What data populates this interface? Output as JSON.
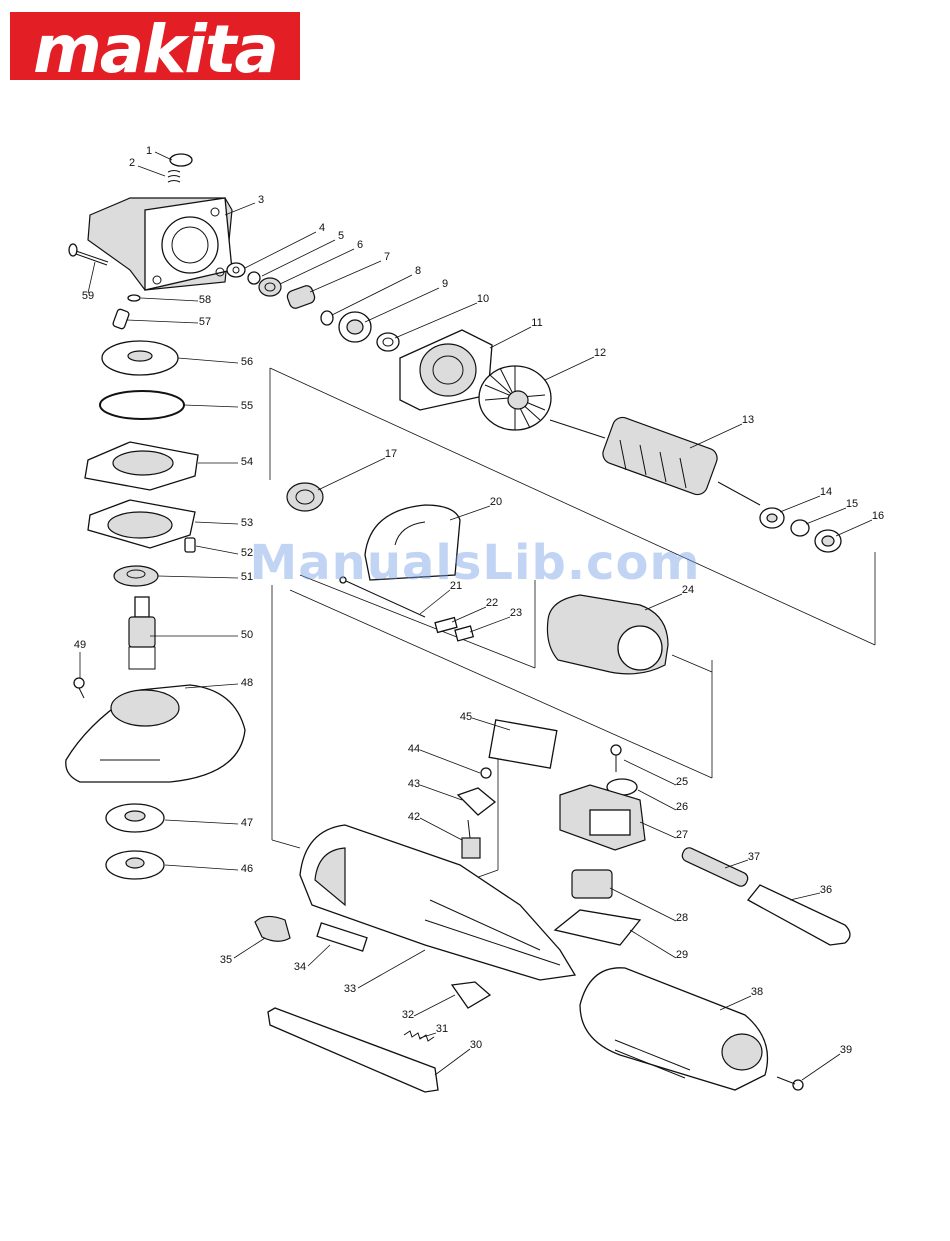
{
  "brand": {
    "name": "makita",
    "color": "#e31e24",
    "registered_mark": "®"
  },
  "watermark": "ManualsLib.com",
  "callouts": [
    {
      "n": "1"
    },
    {
      "n": "2"
    },
    {
      "n": "3"
    },
    {
      "n": "4"
    },
    {
      "n": "5"
    },
    {
      "n": "6"
    },
    {
      "n": "7"
    },
    {
      "n": "8"
    },
    {
      "n": "9"
    },
    {
      "n": "10"
    },
    {
      "n": "11"
    },
    {
      "n": "12"
    },
    {
      "n": "13"
    },
    {
      "n": "14"
    },
    {
      "n": "15"
    },
    {
      "n": "16"
    },
    {
      "n": "17"
    },
    {
      "n": "20"
    },
    {
      "n": "21"
    },
    {
      "n": "22"
    },
    {
      "n": "23"
    },
    {
      "n": "24"
    },
    {
      "n": "25"
    },
    {
      "n": "26"
    },
    {
      "n": "27"
    },
    {
      "n": "28"
    },
    {
      "n": "29"
    },
    {
      "n": "30"
    },
    {
      "n": "31"
    },
    {
      "n": "32"
    },
    {
      "n": "33"
    },
    {
      "n": "34"
    },
    {
      "n": "35"
    },
    {
      "n": "36"
    },
    {
      "n": "37"
    },
    {
      "n": "38"
    },
    {
      "n": "39"
    },
    {
      "n": "42"
    },
    {
      "n": "43"
    },
    {
      "n": "44"
    },
    {
      "n": "45"
    },
    {
      "n": "46"
    },
    {
      "n": "47"
    },
    {
      "n": "48"
    },
    {
      "n": "49"
    },
    {
      "n": "50"
    },
    {
      "n": "51"
    },
    {
      "n": "52"
    },
    {
      "n": "53"
    },
    {
      "n": "54"
    },
    {
      "n": "55"
    },
    {
      "n": "56"
    },
    {
      "n": "57"
    },
    {
      "n": "58"
    },
    {
      "n": "59"
    }
  ]
}
